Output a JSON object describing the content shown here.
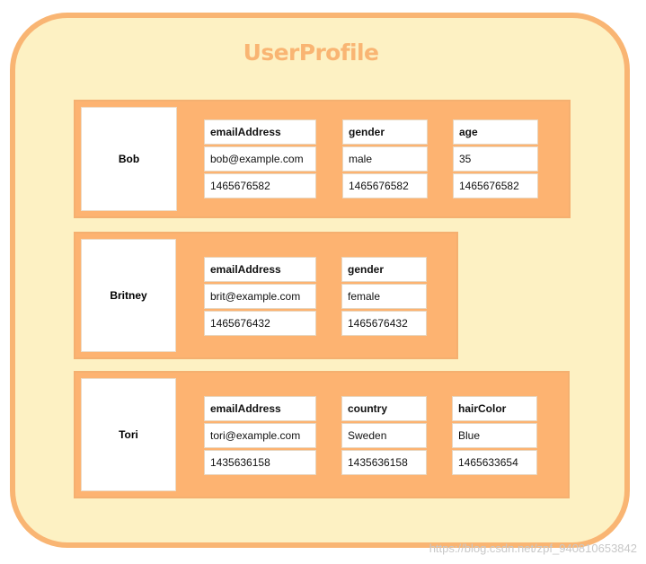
{
  "title": "UserProfile",
  "rows": [
    {
      "key": "Bob",
      "columns": [
        {
          "name": "emailAddress",
          "value": "bob@example.com",
          "timestamp": "1465676582"
        },
        {
          "name": "gender",
          "value": "male",
          "timestamp": "1465676582"
        },
        {
          "name": "age",
          "value": "35",
          "timestamp": "1465676582"
        }
      ]
    },
    {
      "key": "Britney",
      "columns": [
        {
          "name": "emailAddress",
          "value": "brit@example.com",
          "timestamp": "1465676432"
        },
        {
          "name": "gender",
          "value": "female",
          "timestamp": "1465676432"
        }
      ]
    },
    {
      "key": "Tori",
      "columns": [
        {
          "name": "emailAddress",
          "value": "tori@example.com",
          "timestamp": "1435636158"
        },
        {
          "name": "country",
          "value": "Sweden",
          "timestamp": "1435636158"
        },
        {
          "name": "hairColor",
          "value": "Blue",
          "timestamp": "1465633654"
        }
      ]
    }
  ],
  "watermark": "https://blog.csdn.net/zpf_940810653842",
  "colors": {
    "outer_fill": "#fdf1c3",
    "outer_border": "#f9b573",
    "row_fill": "#fdb371",
    "cell_fill": "#ffffff"
  }
}
